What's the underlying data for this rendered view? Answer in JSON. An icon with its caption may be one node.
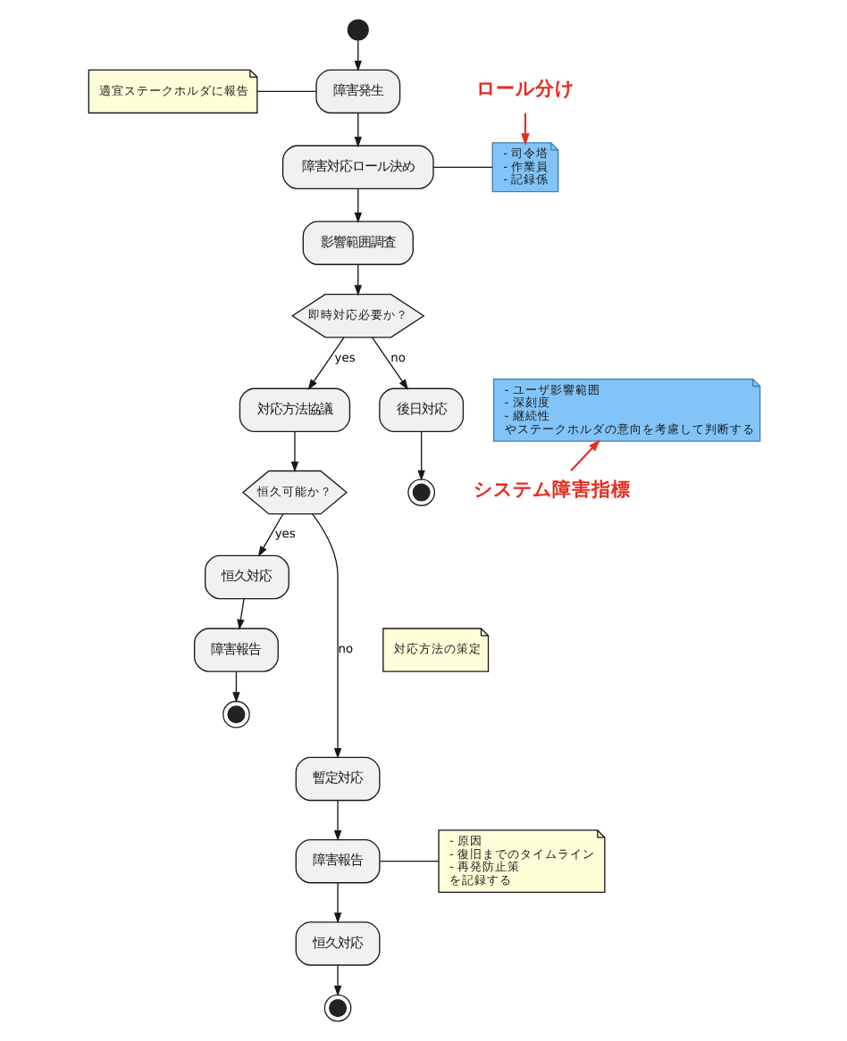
{
  "diagram": {
    "nodes": [
      {
        "text": [],
        "shape": "circle"
      },
      {
        "text": [
          "適宜ステークホルダに報告"
        ]
      },
      {
        "text": [
          "障害発生"
        ]
      },
      {
        "text": [
          "障害対応ロール決め"
        ]
      },
      {
        "text": [
          "- 司令塔",
          "- 作業員",
          "- 記録係"
        ]
      },
      {
        "text": [
          "ロール分け"
        ]
      },
      {
        "text": [
          "影響範囲調査"
        ]
      },
      {
        "text": [
          "即時対応必要か？"
        ]
      },
      {
        "text": [
          "対応方法協議"
        ]
      },
      {
        "text": [
          "後日対応"
        ]
      },
      {
        "text": [
          "- ユーザ影響範囲",
          "- 深刻度",
          "- 継続性",
          "やステークホルダの意向を考慮して判断する"
        ]
      },
      {
        "text": [],
        "shape": "circle"
      },
      {
        "text": [
          "システム障害指標"
        ]
      },
      {
        "text": [
          "恒久可能か？"
        ]
      },
      {
        "text": [
          "恒久対応"
        ]
      },
      {
        "text": [
          "対応方法の策定"
        ]
      },
      {
        "text": [
          "障害報告"
        ]
      },
      {
        "text": [],
        "shape": "circle"
      },
      {
        "text": [
          "暫定対応"
        ]
      },
      {
        "text": [
          "障害報告"
        ]
      },
      {
        "text": [
          "- 原因",
          "- 復旧までのタイムライン",
          "- 再発防止策",
          "を記録する"
        ]
      },
      {
        "text": [
          "恒久対応"
        ]
      },
      {
        "text": [],
        "shape": "circle"
      }
    ],
    "edges": [
      {
        "from": 0,
        "to": 2,
        "arrow": "to"
      },
      {
        "from": 1,
        "to": 2,
        "arrow": "none"
      },
      {
        "from": 2,
        "to": 3,
        "arrow": "to"
      },
      {
        "from": 3,
        "to": 4,
        "arrow": "none"
      },
      {
        "from": 5,
        "to": 4,
        "arrow": "to",
        "color": "#e52d1f"
      },
      {
        "from": 3,
        "to": 6,
        "arrow": "to"
      },
      {
        "from": 6,
        "to": 7,
        "arrow": "to"
      },
      {
        "from": 7,
        "to": 8,
        "arrow": "to",
        "label": "yes"
      },
      {
        "from": 7,
        "to": 9,
        "arrow": "to",
        "label": "no"
      },
      {
        "from": 9,
        "to": 11,
        "arrow": "to"
      },
      {
        "from": 12,
        "to": 10,
        "arrow": "to",
        "color": "#e52d1f"
      },
      {
        "from": 8,
        "to": 13,
        "arrow": "to"
      },
      {
        "from": 13,
        "to": 14,
        "arrow": "to",
        "label": "yes"
      },
      {
        "from": 14,
        "to": 16,
        "arrow": "to"
      },
      {
        "from": 16,
        "to": 17,
        "arrow": "to"
      },
      {
        "from": 13,
        "to": 18,
        "arrow": "to",
        "label": "no"
      },
      {
        "from": 18,
        "to": 19,
        "arrow": "to"
      },
      {
        "from": 19,
        "to": 20,
        "arrow": "none"
      },
      {
        "from": 19,
        "to": 21,
        "arrow": "to"
      },
      {
        "from": 21,
        "to": 22,
        "arrow": "to"
      }
    ]
  }
}
